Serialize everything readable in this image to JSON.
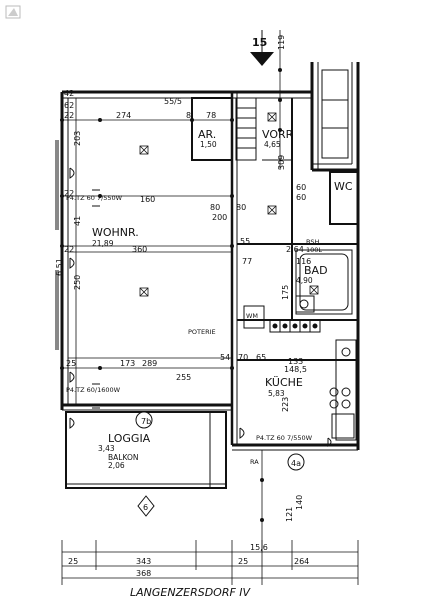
{
  "stair_number": "15",
  "stair_number_small": "6",
  "rooms": {
    "ar": {
      "name": "AR.",
      "area": "1,50"
    },
    "vorr": {
      "name": "VORR",
      "area": "4,65"
    },
    "wohn": {
      "name": "WOHNR.",
      "area": "21,89"
    },
    "bad": {
      "name": "BAD",
      "area": "4,90"
    },
    "kuche": {
      "name": "KÜCHE",
      "area": "5,83"
    },
    "loggia": {
      "name": "LOGGIA",
      "area": "3,43",
      "sub": "BALKON",
      "sub_area": "2,06"
    },
    "wc": {
      "name": "WC"
    },
    "poterie": {
      "name": "POTERIE"
    },
    "wm": {
      "name": "WM"
    }
  },
  "labels": {
    "bottom_title": "LANGENZERSDORF IV",
    "ra": "RA",
    "bsh": "BSH",
    "bsh_cap": "100L",
    "marker_7b": "7b",
    "marker_4a": "4a",
    "wall_label_55_5": "55/5",
    "p_label_1": "P4.TZ 60 7/550W",
    "p_label_2": "P4.TZ 60/1600W",
    "p_label_3": "P4.TZ 60 7/550W"
  },
  "dims": {
    "d_274": "274",
    "d_160": "160",
    "d_360": "360",
    "d_173": "173",
    "d_289": "289",
    "d_255": "255",
    "d_343": "343",
    "d_368": "368",
    "d_264": "264",
    "d_156": "15,6",
    "d_25a": "25",
    "d_25b": "25",
    "d_25c": "25",
    "d_22a": "22",
    "d_22b": "22",
    "d_22c": "22",
    "d_42": "42",
    "d_62": "62",
    "d_78": "78",
    "d_8": "8",
    "d_80a": "80",
    "d_80b": "80",
    "d_200": "200",
    "d_60a": "60",
    "d_60b": "60",
    "d_55": "55",
    "d_77": "77",
    "d_116": "116",
    "d_175": "175",
    "d_264b": "2,64",
    "d_54": "54",
    "d_70": "70",
    "d_65": "65",
    "d_133": "133",
    "d_148": "148,5",
    "d_223": "223",
    "d_121": "121",
    "d_140": "140",
    "d_119": "119",
    "d_309": "309",
    "d_651": "6,51",
    "d_250": "250",
    "d_203": "203",
    "d_41": "41"
  }
}
